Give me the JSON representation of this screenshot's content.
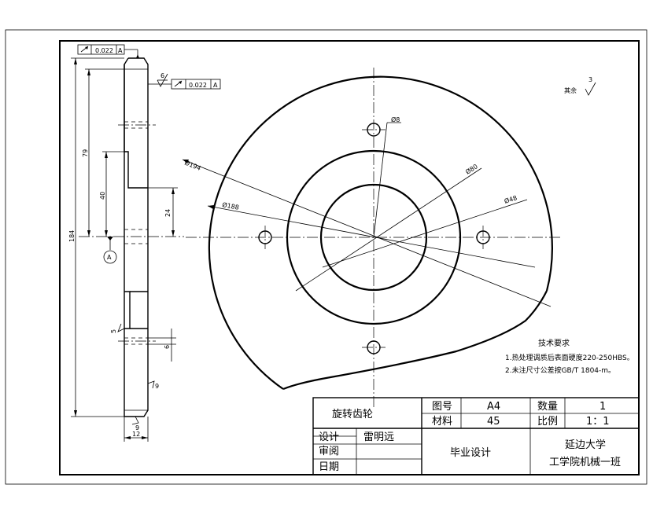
{
  "part_view": {
    "runout_top": "0.022",
    "runout_top_datum": "A",
    "roughness_top": "6",
    "runout_side": "0.022",
    "runout_side_datum": "A",
    "datum_label": "A",
    "dim_79": "79",
    "dim_40": "40",
    "dim_184": "184",
    "dim_24": "24",
    "dim_5": "5",
    "dim_6": "6",
    "dim_12": "12",
    "rough_9a": "9",
    "rough_9b": "9"
  },
  "front_view": {
    "dia_8": "Ø8",
    "dia_194": "Ø194",
    "dia_188": "Ø188",
    "dia_80": "Ø80",
    "dia_48": "Ø48",
    "rest_label": "其余",
    "rest_value": "3"
  },
  "notes": {
    "title": "技术要求",
    "line1": "1.热处理调质后表面硬度220-250HBS。",
    "line2": "2.未注尺寸公差按GB/T 1804-m。"
  },
  "title_block": {
    "part_name": "旋转齿轮",
    "drawing_no_label": "图号",
    "drawing_no": "A4",
    "qty_label": "数量",
    "qty": "1",
    "material_label": "材料",
    "material": "45",
    "scale_label": "比例",
    "scale": "1：1",
    "design_label": "设计",
    "designer": "雷明远",
    "review_label": "审阅",
    "date_label": "日期",
    "project": "毕业设计",
    "school": "延边大学",
    "class": "工学院机械一班"
  }
}
